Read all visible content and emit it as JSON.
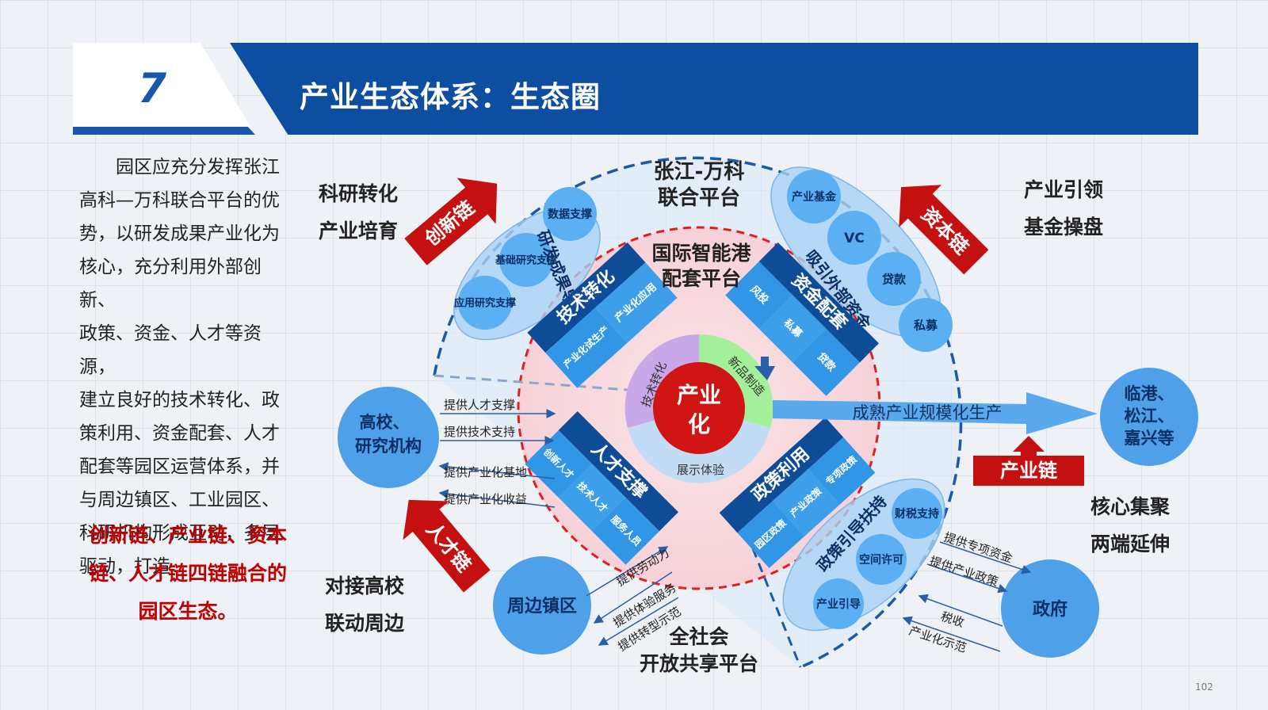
{
  "header": {
    "number": "7",
    "title": "产业生态体系：生态圈"
  },
  "intro": {
    "lines": [
      "园区应充分发挥张江",
      "高科—万科联合平台的优",
      "势，以研发成果产业化为",
      "核心，充分利用外部创新、",
      "政策、资金、人才等资源，",
      "建立良好的技术转化、政",
      "策利用、资金配套、人才",
      "配套等园区运营体系，并",
      "与周边镇区、工业园区、",
      "科研机构形成互动，多层",
      "驱动，打造"
    ],
    "highlight_lines": [
      "创新链、产业链、资本",
      "链、人才链四链融合的",
      "园区生态。"
    ]
  },
  "outer_labels": {
    "top_left_1": "科研转化",
    "top_left_2": "产业培育",
    "top_right_1": "产业引领",
    "top_right_2": "基金操盘",
    "mid_right_1": "核心集聚",
    "mid_right_2": "两端延伸",
    "bottom_left_1": "对接高校",
    "bottom_left_2": "联动周边"
  },
  "chains": {
    "innovation": "创新链",
    "capital": "资本链",
    "talent": "人才链",
    "industry": "产业链"
  },
  "platforms": {
    "zhangjiang_1": "张江-万科",
    "zhangjiang_2": "联合平台",
    "intl_1": "国际智能港",
    "intl_2": "配套平台",
    "society_1": "全社会",
    "society_2": "开放共享平台"
  },
  "core": {
    "line1": "产业",
    "line2": "化",
    "seg_tech": "技术转化",
    "seg_new": "新品制造",
    "seg_show": "展示体验"
  },
  "quadrants": {
    "tech": {
      "title": "技术转化",
      "sub1": "产业化应用",
      "sub2": "产业化试生产"
    },
    "capital": {
      "title": "资金配套",
      "sub1": "风投",
      "sub2": "私募",
      "sub3": "贷款"
    },
    "talent": {
      "title": "人才支撑",
      "sub1": "创新人才",
      "sub2": "技术人才",
      "sub3": "服务人员"
    },
    "policy": {
      "title": "政策利用",
      "sub1": "专项政策",
      "sub2": "产业政策",
      "sub3": "园区政策"
    }
  },
  "bubbles": {
    "research_label": "研发成果导入",
    "research": [
      "数据支撑",
      "基础研究支撑",
      "应用研究支撑"
    ],
    "capital_label": "吸引外部资金",
    "capital": [
      "产业基金",
      "VC",
      "贷款",
      "私募"
    ],
    "policy_label": "政策引导扶持",
    "policy": [
      "财税支持",
      "空间许可",
      "产业引导"
    ]
  },
  "entities": {
    "university_1": "高校、",
    "university_2": "研究机构",
    "towns": "周边镇区",
    "gov": "政府",
    "external_1": "临港、",
    "external_2": "松江、",
    "external_3": "嘉兴等"
  },
  "arrows": {
    "scale_production": "成熟产业规模化生产",
    "uni": [
      "提供人才支撑",
      "提供技术支持",
      "提供产业化基地",
      "提供产业化收益"
    ],
    "town": [
      "提供劳动力",
      "提供体验服务",
      "提供转型示范"
    ],
    "gov": [
      "提供专项资金",
      "提供产业政策",
      "税收",
      "产业化示范"
    ]
  },
  "page_number": "102",
  "colors": {
    "navy": "#0d4ea0",
    "blue": "#1a5ba8",
    "red": "#c00000",
    "light_blue": "#5aaaf0",
    "circle_blue": "#4ea0e8"
  }
}
